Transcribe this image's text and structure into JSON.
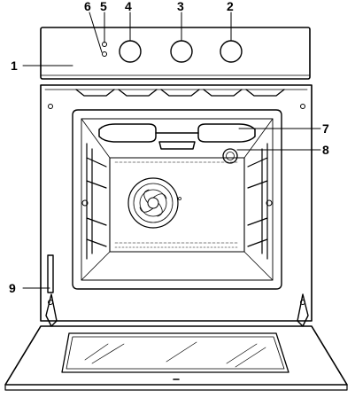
{
  "callouts": [
    {
      "id": "control-panel",
      "number": "1"
    },
    {
      "id": "knob-2",
      "number": "2"
    },
    {
      "id": "knob-3",
      "number": "3"
    },
    {
      "id": "knob-4",
      "number": "4"
    },
    {
      "id": "indicator-5",
      "number": "5"
    },
    {
      "id": "indicator-6",
      "number": "6"
    },
    {
      "id": "grill-element",
      "number": "7"
    },
    {
      "id": "oven-lamp",
      "number": "8"
    },
    {
      "id": "door-hinge",
      "number": "9"
    }
  ]
}
